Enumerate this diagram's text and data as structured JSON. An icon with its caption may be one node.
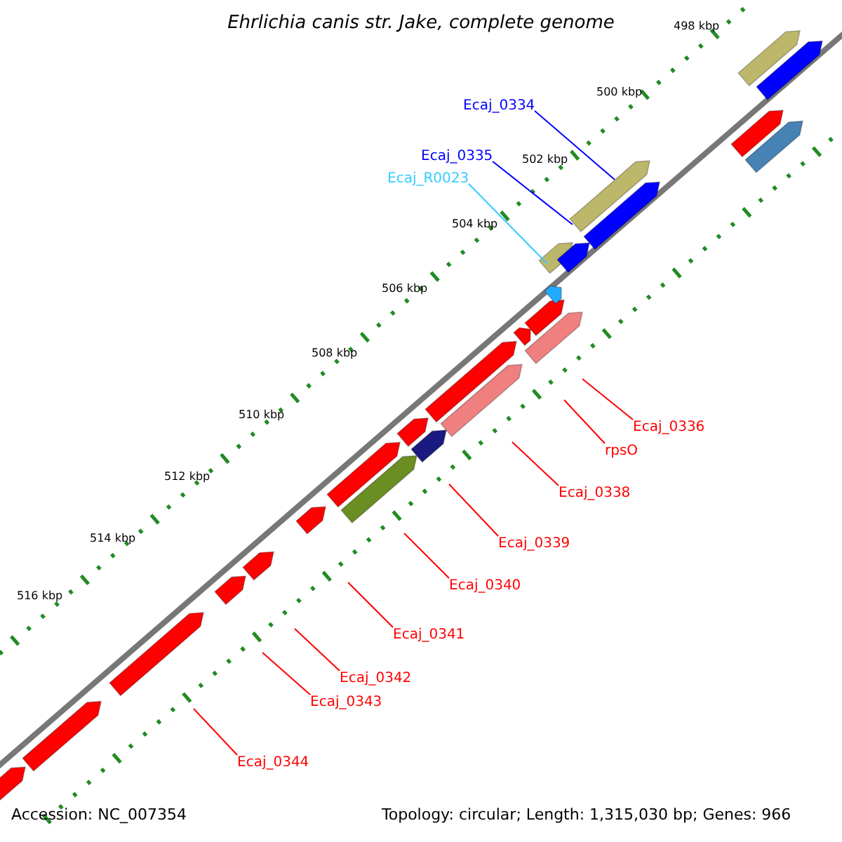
{
  "diagram": {
    "title": "Ehrlichia canis str. Jake, complete genome",
    "nodes": [
      {
        "text": [
          "Ecaj_0334"
        ]
      },
      {
        "text": [
          "Ecaj_0335"
        ]
      },
      {
        "text": [
          "Ecaj_R0023"
        ]
      },
      {
        "text": [
          "Ecaj_0336"
        ]
      },
      {
        "text": [
          "rpsO"
        ]
      },
      {
        "text": [
          "Ecaj_0338"
        ]
      },
      {
        "text": [
          "Ecaj_0339"
        ]
      },
      {
        "text": [
          "Ecaj_0340"
        ]
      },
      {
        "text": [
          "Ecaj_0341"
        ]
      },
      {
        "text": [
          "Ecaj_0342"
        ]
      },
      {
        "text": [
          "Ecaj_0343"
        ]
      },
      {
        "text": [
          "Ecaj_0344"
        ]
      }
    ],
    "edges": [
      {
        "from": 0,
        "to": null,
        "arrow": "none",
        "color": "#0000ff"
      },
      {
        "from": 1,
        "to": null,
        "arrow": "none",
        "color": "#0000ff"
      },
      {
        "from": 2,
        "to": null,
        "arrow": "none",
        "color": "#33ccff"
      },
      {
        "from": 3,
        "to": null,
        "arrow": "none"
      },
      {
        "from": 4,
        "to": null,
        "arrow": "none"
      },
      {
        "from": 5,
        "to": null,
        "arrow": "none"
      },
      {
        "from": 6,
        "to": null,
        "arrow": "none"
      },
      {
        "from": 7,
        "to": null,
        "arrow": "none"
      },
      {
        "from": 8,
        "to": null,
        "arrow": "none"
      },
      {
        "from": 9,
        "to": null,
        "arrow": "none"
      },
      {
        "from": 10,
        "to": null,
        "arrow": "none"
      },
      {
        "from": 11,
        "to": null,
        "arrow": "none"
      }
    ],
    "labels": [
      "498 kbp",
      "500 kbp",
      "502 kbp",
      "504 kbp",
      "506 kbp",
      "508 kbp",
      "510 kbp",
      "512 kbp",
      "514 kbp",
      "516 kbp",
      "Accession: NC_007354",
      "Topology: circular; Length: 1,315,030 bp; Genes: 966"
    ]
  }
}
